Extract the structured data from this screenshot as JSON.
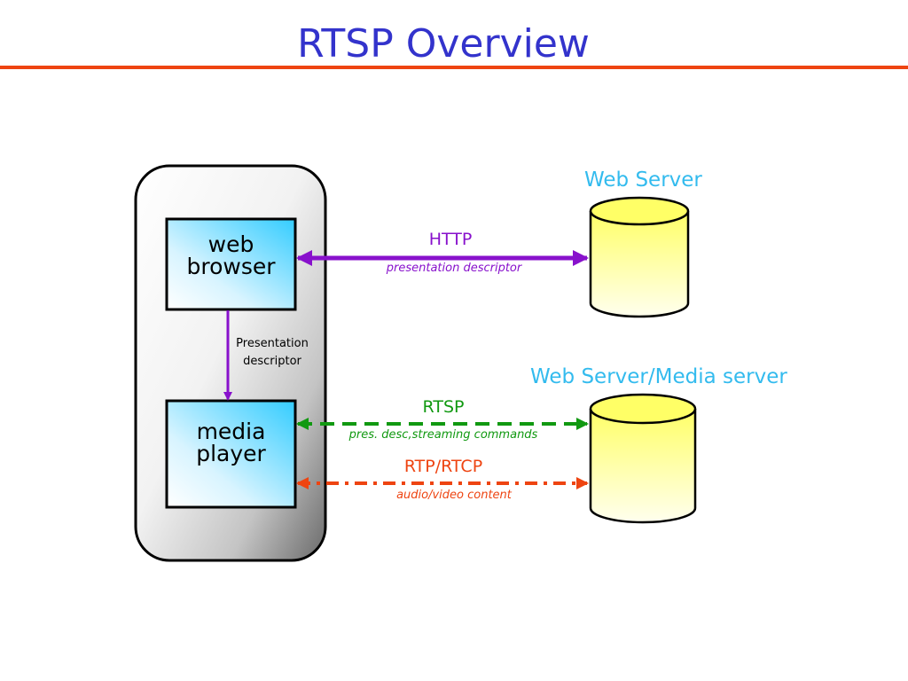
{
  "slide": {
    "title": "RTSP Overview",
    "accent_color": "#ee4411",
    "title_color": "#3333cc"
  },
  "client": {
    "web_browser_label": "web\nbrowser",
    "media_player_label": "media\nplayer",
    "internal_link_label": "Presentation\ndescriptor",
    "internal_link_color": "#8811cc"
  },
  "servers": {
    "web_server_label": "Web Server",
    "media_server_label": "Web Server/Media server",
    "label_color": "#33bbee",
    "cylinder_color": "#ffff99"
  },
  "connections": {
    "http": {
      "protocol": "HTTP",
      "description": "presentation descriptor",
      "color": "#8811cc",
      "style": "solid"
    },
    "rtsp": {
      "protocol": "RTSP",
      "description": "pres. desc,streaming commands",
      "color": "#119911",
      "style": "dashed"
    },
    "rtp": {
      "protocol": "RTP/RTCP",
      "description": "audio/video content",
      "color": "#ee4411",
      "style": "dash-dot"
    }
  }
}
